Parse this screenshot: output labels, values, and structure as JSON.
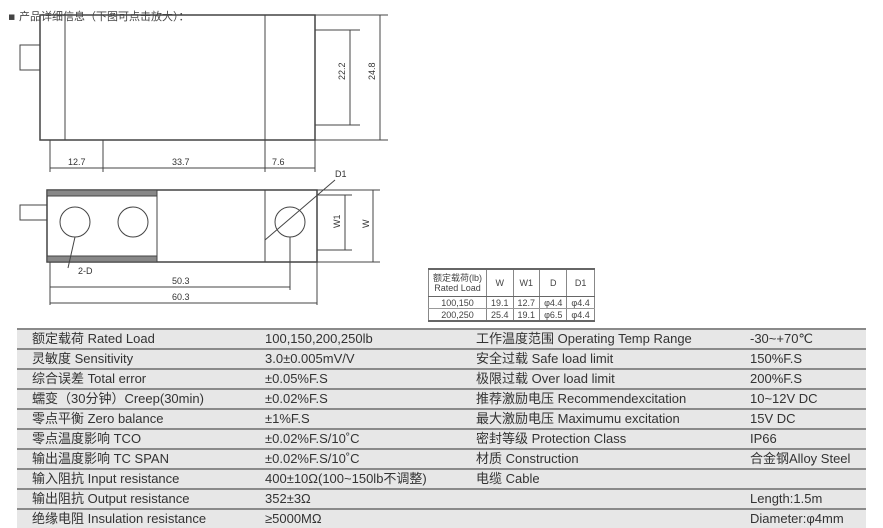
{
  "header": "▪ 产品详细信息（下图可点击放大）：",
  "drawing": {
    "dims": {
      "h1": "22.2",
      "h2": "24.8",
      "a": "12.7",
      "b": "33.7",
      "c": "7.6",
      "d1": "D1",
      "w1": "W1",
      "w": "W",
      "two_d": "2-D",
      "l1": "50.3",
      "l2": "60.3"
    }
  },
  "model_table": {
    "header": [
      "额定载荷(lb)",
      "Rated Load",
      "W",
      "W1",
      "D",
      "D1"
    ],
    "rows": [
      [
        "100,150",
        "19.1",
        "12.7",
        "φ4.4",
        "φ4.4"
      ],
      [
        "200,250",
        "25.4",
        "19.1",
        "φ6.5",
        "φ4.4"
      ]
    ]
  },
  "specs": [
    [
      "额定载荷 Rated Load",
      "100,150,200,250lb",
      "工作温度范围 Operating Temp Range",
      "-30~+70℃"
    ],
    [
      "灵敏度 Sensitivity",
      "3.0±0.005mV/V",
      "安全过载 Safe load limit",
      "150%F.S"
    ],
    [
      "综合误差 Total error",
      "±0.05%F.S",
      "极限过载 Over load limit",
      "200%F.S"
    ],
    [
      "蠕变（30分钟）Creep(30min)",
      "±0.02%F.S",
      "推荐激励电压 Recommendexcitation",
      "10~12V DC"
    ],
    [
      "零点平衡 Zero balance",
      "±1%F.S",
      "最大激励电压 Maximumu excitation",
      "15V DC"
    ],
    [
      "零点温度影响 TCO",
      "±0.02%F.S/10˚C",
      "密封等级 Protection Class",
      "IP66"
    ],
    [
      "输出温度影响 TC SPAN",
      "±0.02%F.S/10˚C",
      "材质 Construction",
      "合金钢Alloy Steel"
    ],
    [
      "输入阻抗 Input resistance",
      "400±10Ω(100~150lb不调整)",
      "电缆 Cable",
      ""
    ],
    [
      "输出阻抗 Output resistance",
      "352±3Ω",
      "",
      "Length:1.5m"
    ],
    [
      "绝缘电阻 Insulation resistance",
      "≥5000MΩ",
      "",
      "Diameter:φ4mm"
    ]
  ]
}
